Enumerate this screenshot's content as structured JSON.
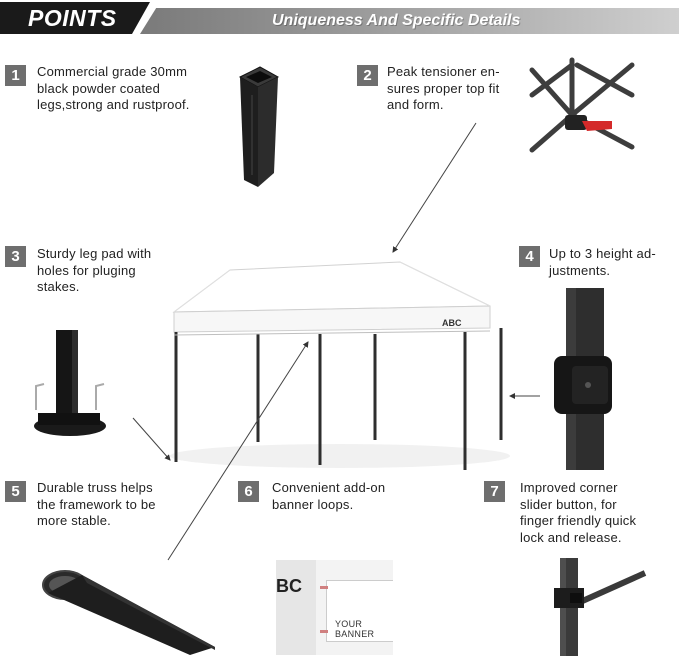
{
  "header": {
    "left_title": "POINTS",
    "right_title": "Uniqueness And Specific Details"
  },
  "features": [
    {
      "number": "1",
      "text": "Commercial grade 30mm\nblack powder coated\nlegs,strong and rustproof."
    },
    {
      "number": "2",
      "text": "Peak tensioner en-\nsures proper top fit\nand form."
    },
    {
      "number": "3",
      "text": "Sturdy leg pad with\nholes for pluging\nstakes."
    },
    {
      "number": "4",
      "text": "Up to 3 height ad-\njustments."
    },
    {
      "number": "5",
      "text": "Durable truss helps\nthe framework to be\nmore stable."
    },
    {
      "number": "6",
      "text": "Convenient add-on\nbanner loops."
    },
    {
      "number": "7",
      "text": "Improved corner\nslider button, for\nfinger friendly quick\nlock and release."
    }
  ],
  "canopy_logo": "ABC",
  "banner_photo": {
    "logo_fragment": "BC",
    "banner_text": "YOUR BANNER"
  },
  "colors": {
    "header_black": "#1a1a1a",
    "header_gray": "#8a8a8a",
    "number_box": "#6e6e6e",
    "frame": "#2e2e2e",
    "canopy": "#ffffff",
    "tensioner_red": "#d42a2a"
  }
}
